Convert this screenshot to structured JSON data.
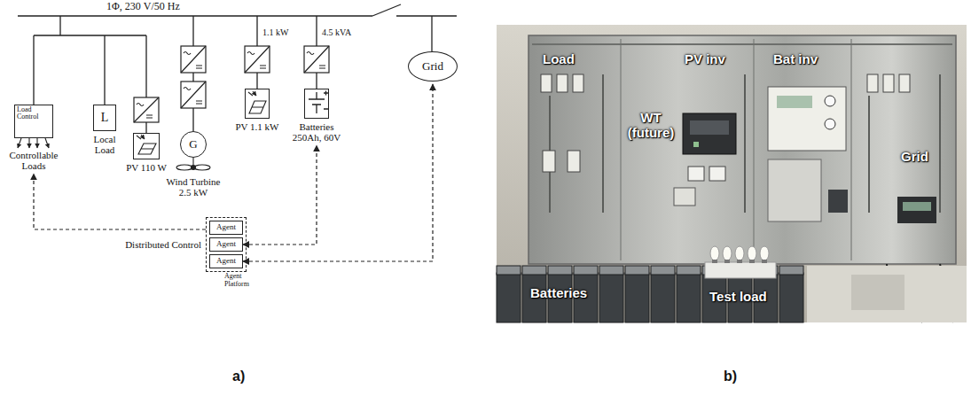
{
  "diagram": {
    "nodes": [
      {
        "text": [
          "Load Control",
          "Controllable Loads"
        ]
      },
      {
        "text": [
          "L",
          "Local Load"
        ]
      },
      {
        "text": [
          "PV 110 W"
        ]
      },
      {
        "text": [
          "G",
          "Wind Turbine 2.5 kW"
        ]
      },
      {
        "text": [
          "PV 1.1 kW"
        ]
      },
      {
        "text": [
          "Batteries 250Ah, 60V"
        ]
      },
      {
        "text": [
          "Grid"
        ]
      },
      {
        "text": [
          "Distributed Control",
          "Agent Platform"
        ]
      },
      {
        "text": [
          "Agent"
        ],
        "in": 7
      },
      {
        "text": [
          "Agent"
        ],
        "in": 7
      },
      {
        "text": [
          "Agent"
        ],
        "in": 7
      }
    ],
    "edges": [
      {
        "from": 7,
        "to": 0,
        "arrow": "to"
      },
      {
        "from": 9,
        "to": 5,
        "arrow": "both"
      },
      {
        "from": 10,
        "to": 6,
        "arrow": "both"
      }
    ],
    "labels": [
      "1Φ, 230 V/50 Hz",
      "1.1 kW",
      "4.5 kVA",
      "a)",
      "Load",
      "PV inv",
      "WT (future)",
      "Bat inv",
      "Grid",
      "Batteries",
      "Test load",
      "b)"
    ]
  }
}
